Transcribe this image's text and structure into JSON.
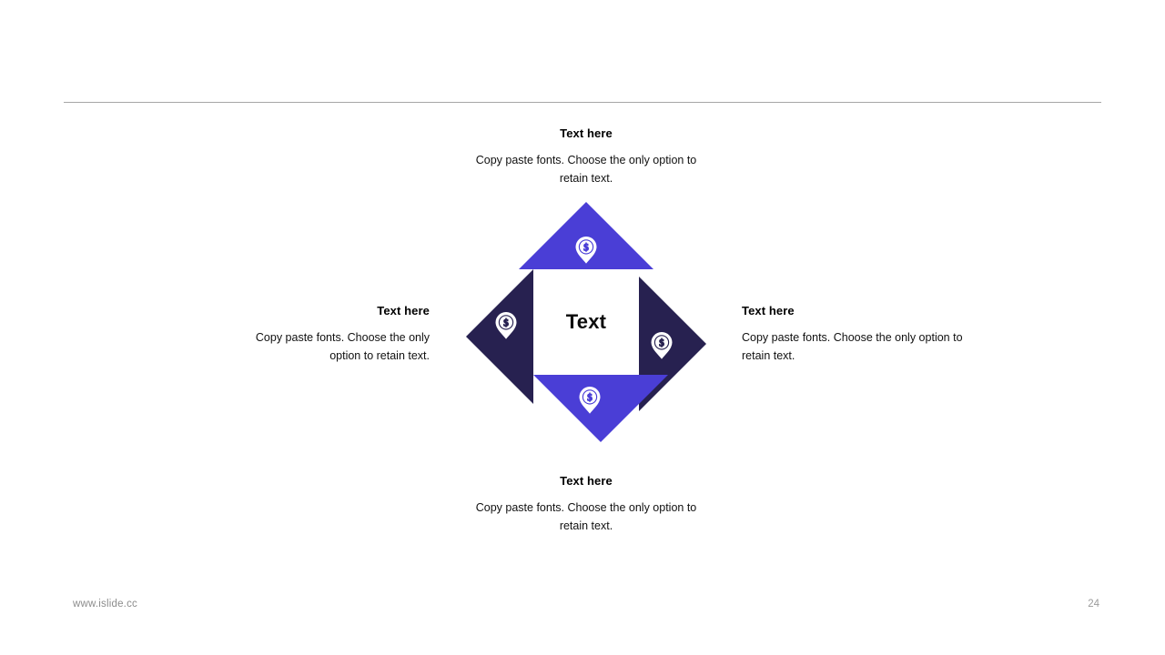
{
  "slide": {
    "page_number": "24",
    "footer_url": "www.islide.cc",
    "center_label": "Text"
  },
  "theme": {
    "accent_bright": "#4A3ED6",
    "accent_dark": "#272150",
    "rule_color": "#a6a6a6",
    "footer_color": "#8c8c8c",
    "background": "#ffffff"
  },
  "blocks": {
    "top": {
      "title": "Text here",
      "body": "Copy paste fonts. Choose the only option to retain text.",
      "icon": "map-pin-dollar-icon",
      "segment_color": "#4A3ED6"
    },
    "right": {
      "title": "Text here",
      "body": "Copy paste fonts. Choose the only option to retain text.",
      "icon": "map-pin-dollar-icon",
      "segment_color": "#272150"
    },
    "bottom": {
      "title": "Text here",
      "body": "Copy paste fonts. Choose the only option to retain text.",
      "icon": "map-pin-dollar-icon",
      "segment_color": "#4A3ED6"
    },
    "left": {
      "title": "Text here",
      "body": "Copy paste fonts. Choose the only option to retain text.",
      "icon": "map-pin-dollar-icon",
      "segment_color": "#272150"
    }
  }
}
